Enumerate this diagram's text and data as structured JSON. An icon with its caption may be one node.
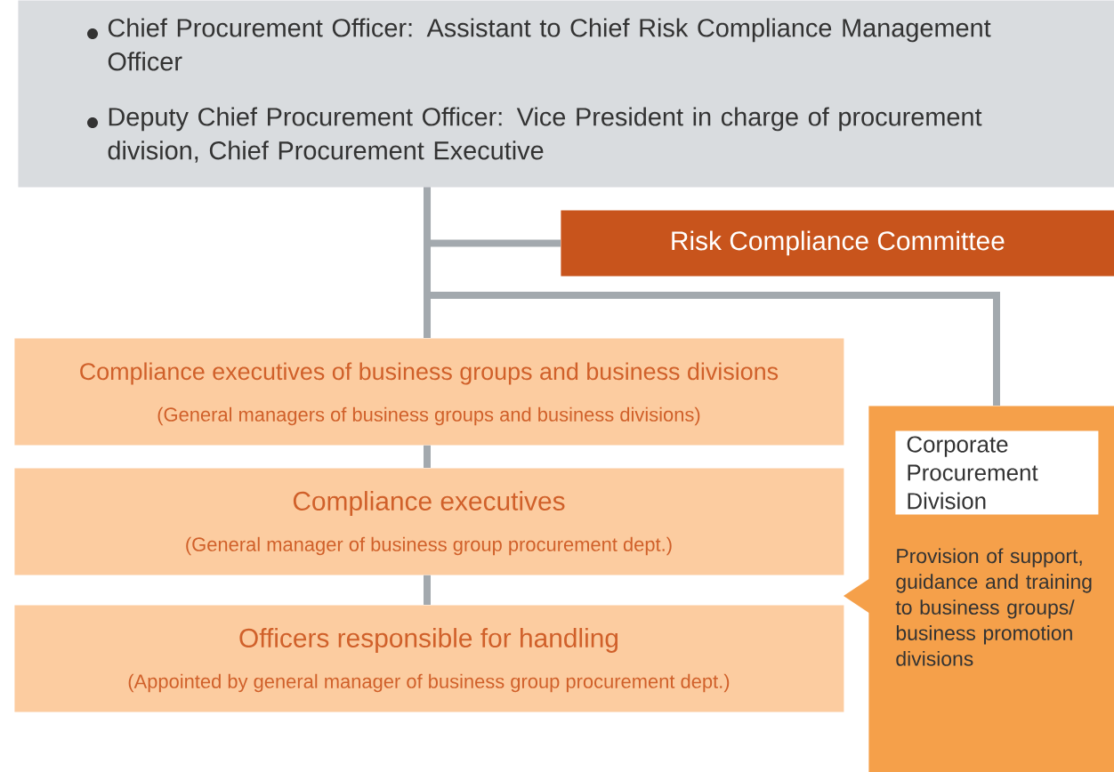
{
  "diagram": {
    "nodes": [
      {
        "text": [
          "Chief Procurement Officer: Assistant to Chief Risk Compliance Management Officer",
          "Deputy Chief Procurement Officer: Vice President in charge of procurement division, Chief Procurement Executive"
        ]
      },
      {
        "text": [
          "Risk Compliance Committee"
        ]
      },
      {
        "text": [
          "Compliance executives of business groups and business divisions",
          "(General managers of business groups and business divisions)"
        ]
      },
      {
        "text": [
          "Compliance executives",
          "(General manager of business group procurement dept.)"
        ]
      },
      {
        "text": [
          "Officers responsible for handling",
          "(Appointed by general manager of business group procurement dept.)"
        ]
      },
      {
        "text": [
          "Corporate Procurement Division",
          "Provision of support, guidance and training to business groups/ business promotion divisions"
        ]
      }
    ],
    "edges": [
      {
        "from": 0,
        "to": 1,
        "arrow": "none"
      },
      {
        "from": 0,
        "to": 2,
        "arrow": "none"
      },
      {
        "from": 0,
        "to": 5,
        "arrow": "none"
      },
      {
        "from": 2,
        "to": 3,
        "arrow": "none"
      },
      {
        "from": 3,
        "to": 4,
        "arrow": "none"
      }
    ]
  }
}
